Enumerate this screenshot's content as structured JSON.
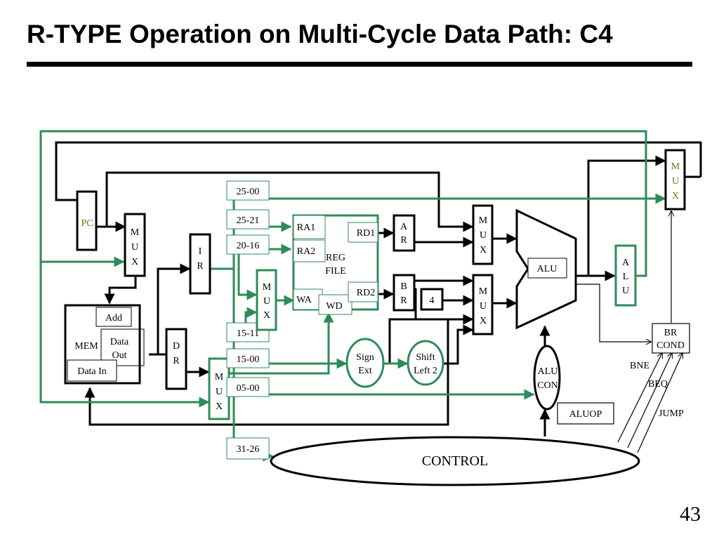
{
  "title": "R-TYPE Operation on Multi-Cycle Data Path: C4",
  "page_number": "43",
  "colors": {
    "active": "#2e8b57",
    "wire": "#000000",
    "pc_label": "#5a7d1a"
  },
  "blocks": {
    "pc": "PC",
    "mux1": [
      "M",
      "U",
      "X"
    ],
    "ir": [
      "I",
      "R"
    ],
    "mem": "MEM",
    "mem_add": "Add",
    "mem_data_out": [
      "Data",
      "Out"
    ],
    "mem_data_in": "Data In",
    "dr": [
      "D",
      "R"
    ],
    "mux_dr": [
      "M",
      "U",
      "X"
    ],
    "mux_wa": [
      "M",
      "U",
      "X"
    ],
    "regfile": {
      "ra1": "RA1",
      "ra2": "RA2",
      "wa": "WA",
      "wd": "WD",
      "rd1": "RD1",
      "rd2": "RD2",
      "label": [
        "REG",
        "FILE"
      ]
    },
    "a_reg": [
      "A",
      "R"
    ],
    "b_reg": [
      "B",
      "R"
    ],
    "const4": "4",
    "mux_a": [
      "M",
      "U",
      "X"
    ],
    "mux_b": [
      "M",
      "U",
      "X"
    ],
    "alu": "ALU",
    "alu_out": [
      "A",
      "L",
      "U"
    ],
    "mux_pc": [
      "M",
      "U",
      "X"
    ],
    "br_cond": [
      "BR",
      "COND"
    ],
    "sign_ext": [
      "Sign",
      "Ext"
    ],
    "shift_left": [
      "Shift",
      "Left 2"
    ],
    "alu_con": [
      "ALU",
      "CON"
    ],
    "aluop": "ALUOP",
    "control": "CONTROL"
  },
  "fields": [
    "25-00",
    "25-21",
    "20-16",
    "15-11",
    "15-00",
    "05-00",
    "31-26"
  ],
  "signals": {
    "bne": "BNE",
    "beq": "BEQ",
    "jump": "JUMP"
  }
}
